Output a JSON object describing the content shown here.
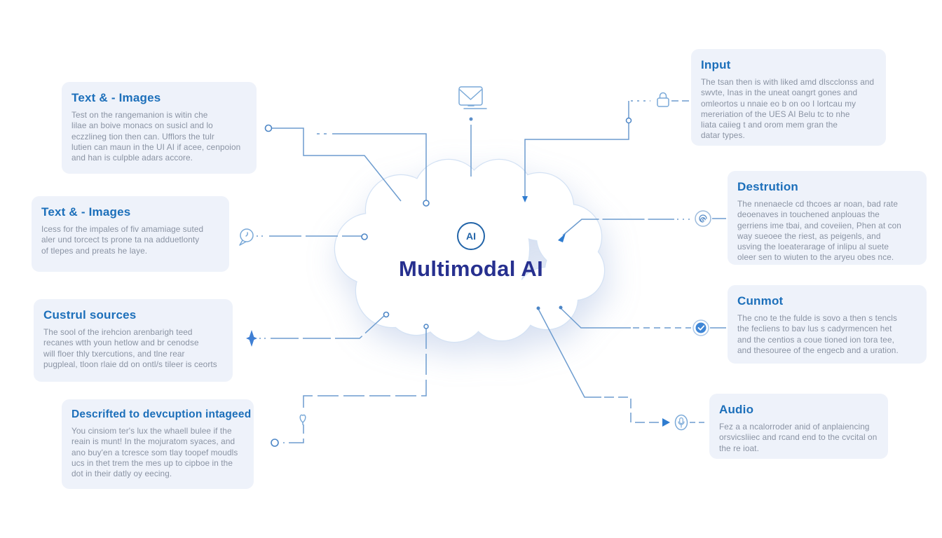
{
  "center": {
    "badge_label": "AI",
    "title": "Multimodal AI"
  },
  "left_boxes": [
    {
      "title": "Text & - Images",
      "body": "Test on the rangemanion is witin che\nlilae an boive monacs on susicl and lo\neczzlineg tion then can. Ufflors the tulr\nlutien can maun in the UI AI if acee, cenpoion\nand han is culpble adars accore."
    },
    {
      "title": "Text & - Images",
      "body": "Icess for the impales of fiv amamiage suted\naler und torcect ts prone ta na adduetlonty\nof tlepes and preats he laye."
    },
    {
      "title": "Custrul sources",
      "body": "The sool of the irehcion arenbarigh teed\nrecanes wtth youn hetlow and br cenodse\nwill floer thly txercutions, and tlne rear\npugpleal, tloon rlaie dd on ontl/s tileer is ceorts"
    },
    {
      "title": "Descrifted to devcuption intageed",
      "body": "You cinsiom ter's lux the whaell bulee if the\nreain is munt! In the mojuratom syaces, and\nano buy'en a tcresce som tlay toopef moudls\nucs in thet trem the mes up to cipboe in the\ndot in their datly oy eecing."
    }
  ],
  "right_boxes": [
    {
      "title": "Input",
      "body": "The tsan then is with liked amd dlscclonss and\nswvte, Inas in the uneat oangrt gones and\nomleortos u nnaie eo b on oo I lortcau my\nmereriation of the UES AI Belu tc to nhe\nliata caiieg t and orom mem gran the\ndatar types."
    },
    {
      "title": "Destrution",
      "body": "The nnenaecle cd thcoes ar noan, bad rate\ndeoenaves in touchened anplouas the\ngerriens ime tbai, and coveiien, Phen at con\nway sueoee the riest, as peigenls, and\nusving the loeaterarage of inlipu al suete\noleer sen to wiuten to the aryeu obes nce."
    },
    {
      "title": "Cunmot",
      "body": "The cno te the fulde is sovo a then s tencls\nthe fecliens to bav lus s cadyrmencen het\nand the centios a coue tioned ion tora tee,\nand thesouree of the engecb and a uration."
    },
    {
      "title": "Audio",
      "body": "Fez a a ncalorroder anid of anplaiencing\norsvicsliiec and rcand end to the cvcital on\nthe re ioat."
    }
  ],
  "icons": [
    "envelope-icon",
    "chat-bubble-icon",
    "spark-icon",
    "leaf-icon",
    "lock-icon",
    "spiral-icon",
    "check-badge-icon",
    "microphone-icon",
    "ai-badge"
  ],
  "colors": {
    "heading_blue": "#1c6fba",
    "title_navy": "#27308f",
    "line_blue": "#6d9ccf",
    "box_background": "#eef2fa",
    "body_gray": "#8a93a3",
    "accent_fill": "#2f7cd0"
  }
}
